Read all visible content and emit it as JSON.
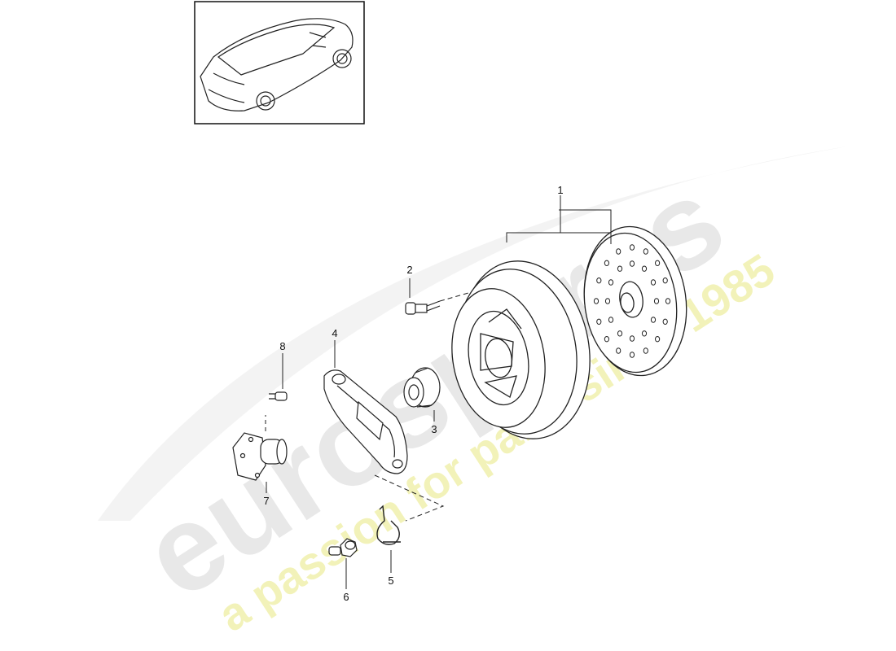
{
  "watermark": {
    "brand": "eurospares",
    "tagline": "a passion for parts since 1985",
    "brand_color": "#d9d9d9",
    "tagline_color": "#eeee88"
  },
  "thumbnail": {
    "subject": "car-overview"
  },
  "callouts": [
    {
      "id": "1",
      "label": "1",
      "part": "clutch-assembly"
    },
    {
      "id": "2",
      "label": "2",
      "part": "bolt"
    },
    {
      "id": "3",
      "label": "3",
      "part": "release-bearing"
    },
    {
      "id": "4",
      "label": "4",
      "part": "release-lever"
    },
    {
      "id": "5",
      "label": "5",
      "part": "spring-clip"
    },
    {
      "id": "6",
      "label": "6",
      "part": "ball-pivot"
    },
    {
      "id": "7",
      "label": "7",
      "part": "guide-sleeve"
    },
    {
      "id": "8",
      "label": "8",
      "part": "screw"
    }
  ]
}
